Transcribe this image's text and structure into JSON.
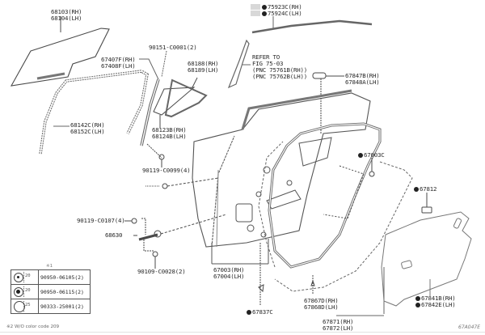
{
  "title": "Rear Door Panel & Glass Parts Diagram",
  "callouts": {
    "c68103": {
      "rh": "68103(RH)",
      "lh": "68104(LH)"
    },
    "c75923": {
      "rh": "75923C(RH)",
      "lh": "75924C(LH)"
    },
    "c90151": {
      "text": "90151-C0001(2)"
    },
    "c67407": {
      "rh": "67407F(RH)",
      "lh": "67408F(LH)"
    },
    "c68188": {
      "rh": "68188(RH)",
      "lh": "68189(LH)"
    },
    "refer": {
      "line1": "REFER TO",
      "line2": "FIG 75-03",
      "line3": "(PNC 75761B(RH))",
      "line4": "(PNC 75762B(LH))"
    },
    "c67847": {
      "rh": "67847B(RH)",
      "lh": "67848A(LH)"
    },
    "c68142": {
      "rh": "68142C(RH)",
      "lh": "68152C(LH)"
    },
    "c68123": {
      "rh": "68123B(RH)",
      "lh": "68124B(LH)"
    },
    "c90119a": {
      "text": "90119-C0099(4)"
    },
    "c67003c": {
      "text": "67003C"
    },
    "c67812": {
      "text": "67812"
    },
    "c90119b": {
      "text": "90119-C0107(4)"
    },
    "c68630": {
      "text": "68630"
    },
    "c90109": {
      "text": "90109-C0028(2)"
    },
    "c67003": {
      "rh": "67003(RH)",
      "lh": "67004(LH)"
    },
    "c67837": {
      "text": "67837C"
    },
    "c67867": {
      "rh": "67867D(RH)",
      "lh": "67868D(LH)"
    },
    "c67871": {
      "rh": "67871(RH)",
      "lh": "67872(LH)"
    },
    "c67841": {
      "rh": "67841B(RH)",
      "lh": "67842E(LH)"
    }
  },
  "legend": {
    "marker": "※1",
    "rows": [
      {
        "icon": "clip-small-dot-icon",
        "size": "20",
        "part": "90950-06105(2)"
      },
      {
        "icon": "clip-large-dot-icon",
        "size": "20",
        "part": "90950-06115(2)"
      },
      {
        "icon": "plug-open-icon",
        "size": "25",
        "part": "90333-25001(2)"
      }
    ]
  },
  "footnote": "※2 W/O color code 209",
  "figure_code": "67A047E"
}
